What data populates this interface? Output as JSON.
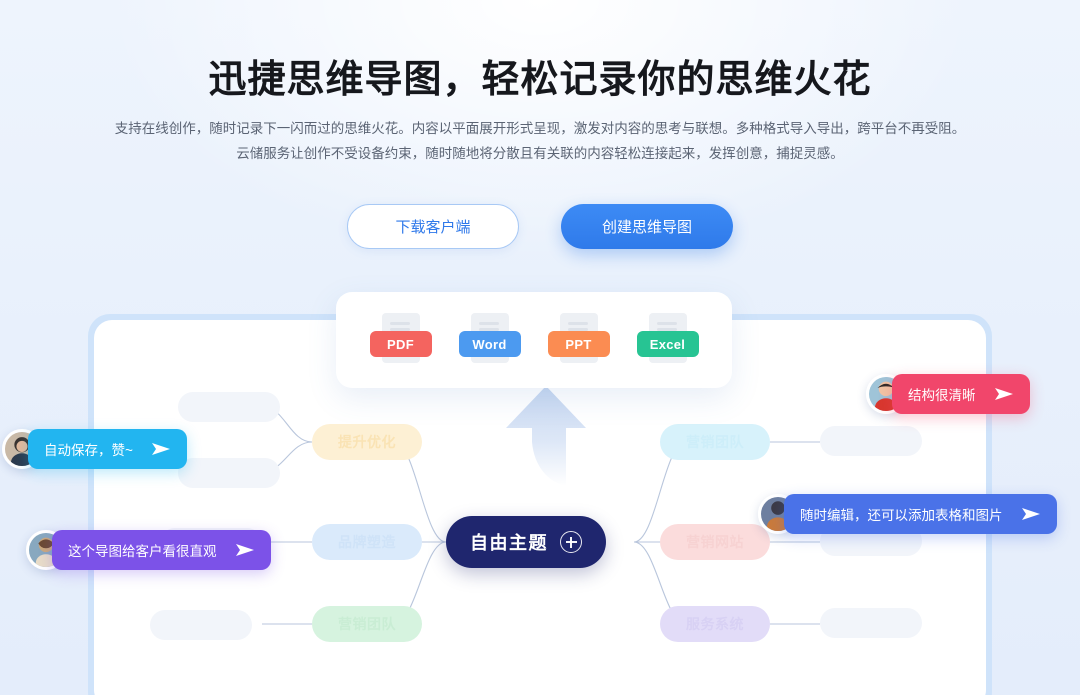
{
  "hero": {
    "title": "迅捷思维导图，轻松记录你的思维火花",
    "subtitle_line1": "支持在线创作，随时记录下一闪而过的思维火花。内容以平面展开形式呈现，激发对内容的思考与联想。多种格式导入导出，跨平台不再受阻。",
    "subtitle_line2": "云储服务让创作不受设备约束，随时随地将分散且有关联的内容轻松连接起来，发挥创意，捕捉灵感。"
  },
  "cta": {
    "download_label": "下载客户端",
    "create_label": "创建思维导图"
  },
  "formats": [
    {
      "name": "PDF",
      "chip_class": "chip-pdf",
      "icon": "pdf-file-icon"
    },
    {
      "name": "Word",
      "chip_class": "chip-word",
      "icon": "word-file-icon"
    },
    {
      "name": "PPT",
      "chip_class": "chip-ppt",
      "icon": "ppt-file-icon"
    },
    {
      "name": "Excel",
      "chip_class": "chip-excel",
      "icon": "excel-file-icon"
    }
  ],
  "mindmap": {
    "center_label": "自由主题",
    "add_icon": "plus-circle-icon",
    "arrow_icon": "arrow-up-icon",
    "nodes": [
      {
        "label": "提升优化",
        "color": "#fdf0d4",
        "side": "left"
      },
      {
        "label": "品牌塑造",
        "color": "#daeafb",
        "side": "left"
      },
      {
        "label": "营销团队",
        "color": "#d6f3df",
        "side": "left"
      },
      {
        "label": "营销团队",
        "color": "#d7f2fb",
        "side": "right"
      },
      {
        "label": "营销网站",
        "color": "#fbdcdc",
        "side": "right"
      },
      {
        "label": "服务系统",
        "color": "#e2dcf8",
        "side": "right"
      }
    ]
  },
  "chats": [
    {
      "text": "自动保存，赞~",
      "color": "#22b5f0",
      "send_icon": "send-icon"
    },
    {
      "text": "这个导图给客户看很直观",
      "color": "#7c52e8",
      "send_icon": "send-icon"
    },
    {
      "text": "结构很清晰",
      "color": "#f1466b",
      "send_icon": "send-icon"
    },
    {
      "text": "随时编辑，还可以添加表格和图片",
      "color": "#4a72e8",
      "send_icon": "send-icon"
    }
  ],
  "colors": {
    "accent": "#2f7aea",
    "center_node": "#1f266e",
    "canvas_border": "#cfe3fa"
  }
}
